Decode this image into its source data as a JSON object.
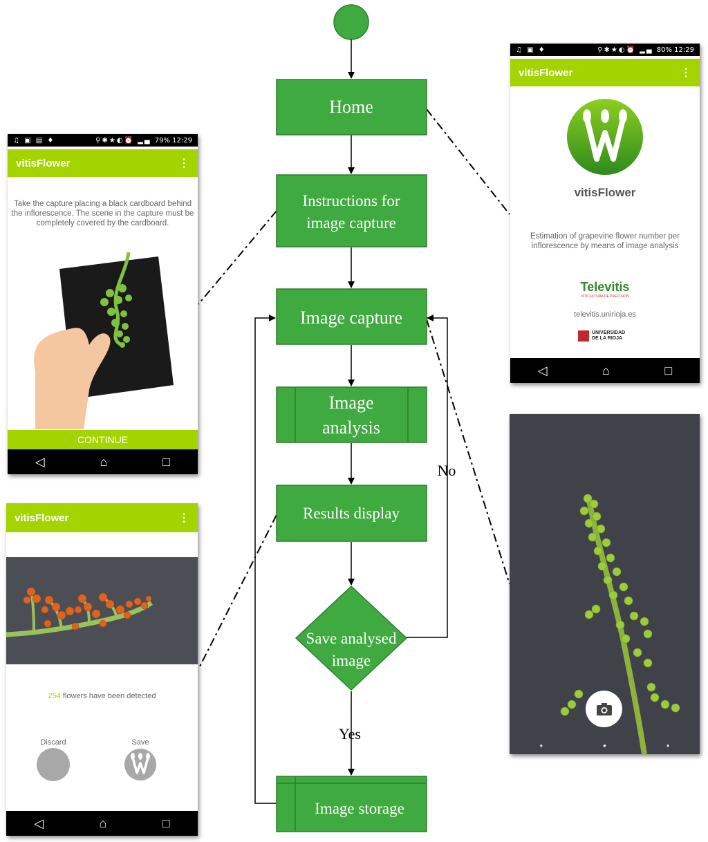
{
  "flowchart": {
    "nodes": {
      "home": "Home",
      "instructions_line1": "Instructions for",
      "instructions_line2": "image capture",
      "capture": "Image capture",
      "analysis_line1": "Image",
      "analysis_line2": "analysis",
      "results": "Results display",
      "decision_line1": "Save analysed",
      "decision_line2": "image",
      "storage": "Image storage"
    },
    "labels": {
      "no": "No",
      "yes": "Yes"
    },
    "colors": {
      "node_fill": "#3faa3f",
      "node_stroke": "#2d7d2d",
      "arrow": "#000000"
    }
  },
  "screens": {
    "instructions": {
      "status_time": "12:29",
      "status_battery": "79%",
      "app_title": "vitisFlower",
      "text": "Take the capture placing a black cardboard behind the inflorescence. The scene in the capture must be completely covered by the cardboard.",
      "button": "CONTINUE"
    },
    "home": {
      "status_time": "12:29",
      "status_battery": "80%",
      "app_title": "vitisFlower",
      "logo_name": "vitisFlower",
      "description": "Estimation of grapevine flower number per inflorescence by means of image analysis",
      "sponsor_logo": "Televitis",
      "sponsor_sub": "VITICULTURA DE PRECISIÓN",
      "sponsor_url": "televitis.unirioja.es",
      "university_line1": "UNIVERSIDAD",
      "university_line2": "DE LA RIOJA"
    },
    "results": {
      "app_title": "vitisFlower",
      "count": "254",
      "count_text": " flowers have been detected",
      "discard": "Discard",
      "save": "Save"
    },
    "camera": {}
  },
  "icons": {
    "nav_back": "back-icon",
    "nav_home": "home-icon",
    "nav_recents": "recents-icon",
    "camera": "camera-icon",
    "menu": "overflow-menu-icon"
  }
}
